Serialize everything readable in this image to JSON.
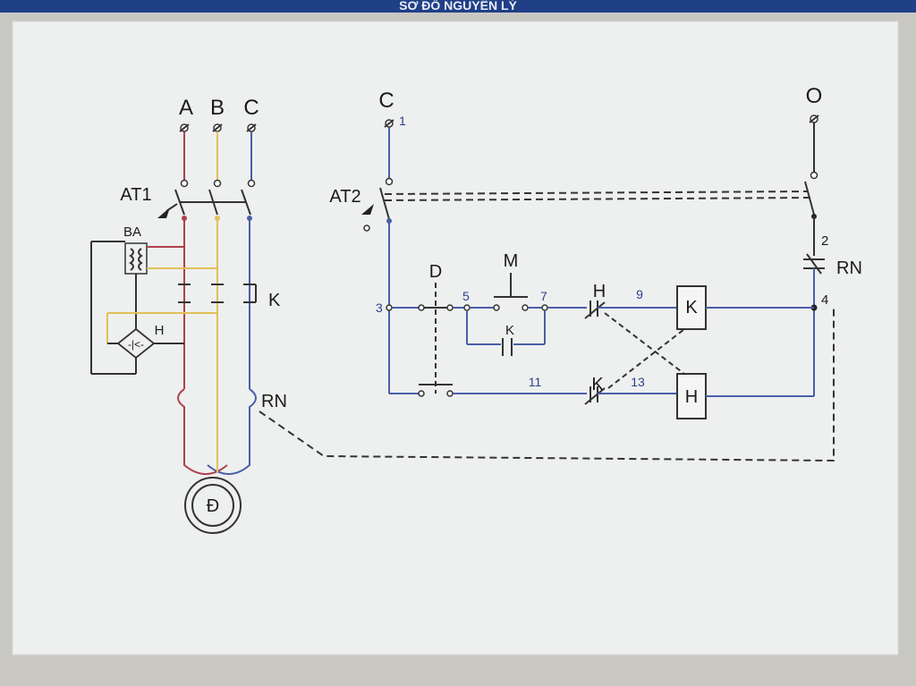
{
  "header": {
    "title_fragment": "SƠ ĐỒ NGUYÊN LÝ"
  },
  "power": {
    "phase_a": "A",
    "phase_b": "B",
    "phase_c": "C"
  },
  "control": {
    "source_c": "C",
    "source_o": "O"
  },
  "labels": {
    "at1": "AT1",
    "at2": "AT2",
    "ba": "BA",
    "h_brake": "H",
    "k_main": "K",
    "rn_main": "RN",
    "motor": "Đ",
    "btn_d": "D",
    "btn_m": "M",
    "hold_k": "K",
    "h_nc": "H",
    "k_nc": "K",
    "rn_ctrl": "RN",
    "coil_k": "K",
    "coil_h": "H"
  },
  "wire_numbers": {
    "n1": "1",
    "n2": "2",
    "n3": "3",
    "n4": "4",
    "n5": "5",
    "n7": "7",
    "n9": "9",
    "n11": "11",
    "n13": "13"
  },
  "colors": {
    "phase_a": "#b0404c",
    "phase_b": "#e2c05a",
    "phase_c": "#4a5fa8",
    "header_bar": "#1f3f86",
    "paper": "#eef0ef"
  }
}
